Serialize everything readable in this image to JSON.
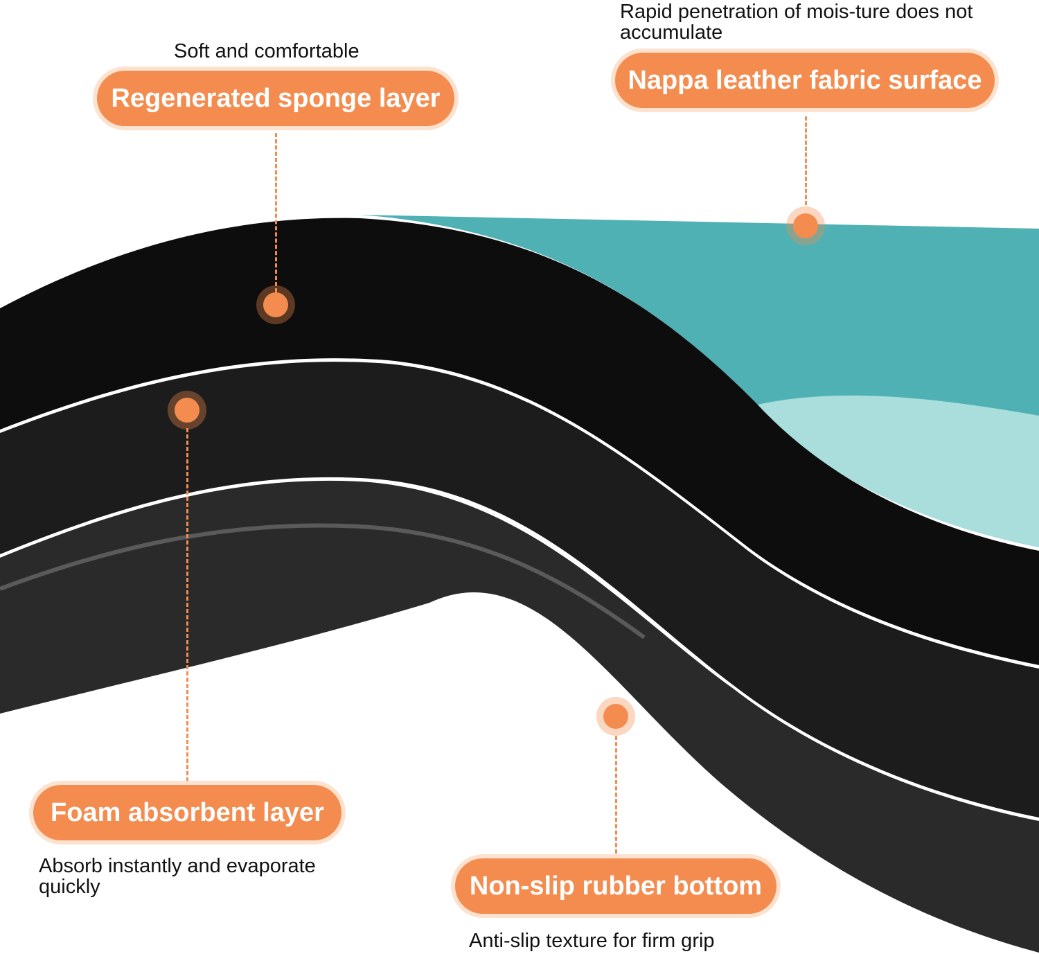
{
  "colors": {
    "accent": "#f48c4f",
    "surface_teal": "#4fb1b3",
    "surface_teal_light": "#a9dedd",
    "layer_black": "#0d0d0d",
    "foam_dark": "#1c1c1c",
    "rubber_gray": "#2a2a2a"
  },
  "callouts": {
    "surface": {
      "label": "Nappa leather fabric surface",
      "caption": "Rapid penetration of mois-ture does not accumulate"
    },
    "sponge": {
      "label": "Regenerated sponge layer",
      "caption": "Soft and comfortable"
    },
    "foam": {
      "label": "Foam absorbent layer",
      "caption": "Absorb instantly and evaporate quickly"
    },
    "rubber": {
      "label": "Non-slip rubber bottom",
      "caption": "Anti-slip texture for firm grip"
    }
  }
}
